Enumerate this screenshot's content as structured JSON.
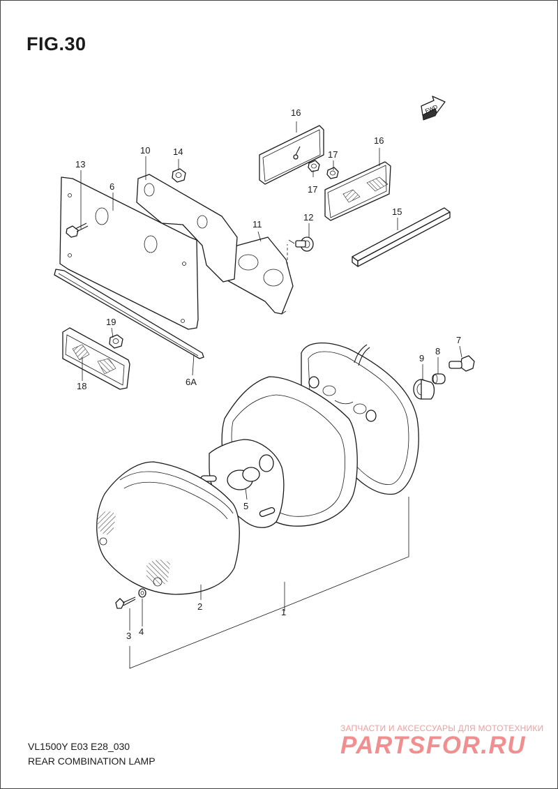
{
  "figure": {
    "title": "FIG.30",
    "model_code": "VL1500Y E03 E28_030",
    "name": "REAR COMBINATION LAMP"
  },
  "fwd_arrow_label": "FWD",
  "callouts": {
    "c1": "1",
    "c2": "2",
    "c3": "3",
    "c4": "4",
    "c5": "5",
    "c6": "6",
    "c6a": "6A",
    "c7": "7",
    "c8": "8",
    "c9": "9",
    "c10": "10",
    "c11": "11",
    "c12": "12",
    "c13": "13",
    "c14": "14",
    "c15": "15",
    "c16a": "16",
    "c16b": "16",
    "c17a": "17",
    "c17b": "17",
    "c18": "18",
    "c19": "19"
  },
  "watermark": {
    "caption": "ЗАПЧАСТИ И АКСЕССУАРЫ ДЛЯ МОТОТЕХНИКИ",
    "logo": "PARTSFOR.RU"
  }
}
